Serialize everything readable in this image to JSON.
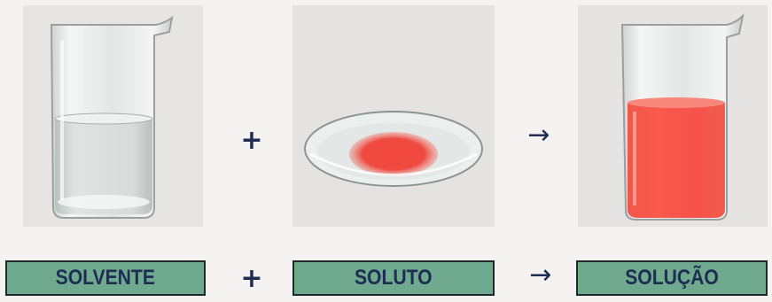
{
  "labels": {
    "solvent": "SOLVENTE",
    "solute": "SOLUTO",
    "solution": "SOLUÇÃO"
  },
  "operators": {
    "plus": "+",
    "arrow": "→"
  },
  "images": {
    "solvent": "beaker-clear-water",
    "solute": "watch-glass-red-powder",
    "solution": "beaker-red-solution"
  },
  "colors": {
    "label_background": "#6fa98e",
    "label_text": "#1e2d52",
    "red_substance": "#f0463c"
  }
}
